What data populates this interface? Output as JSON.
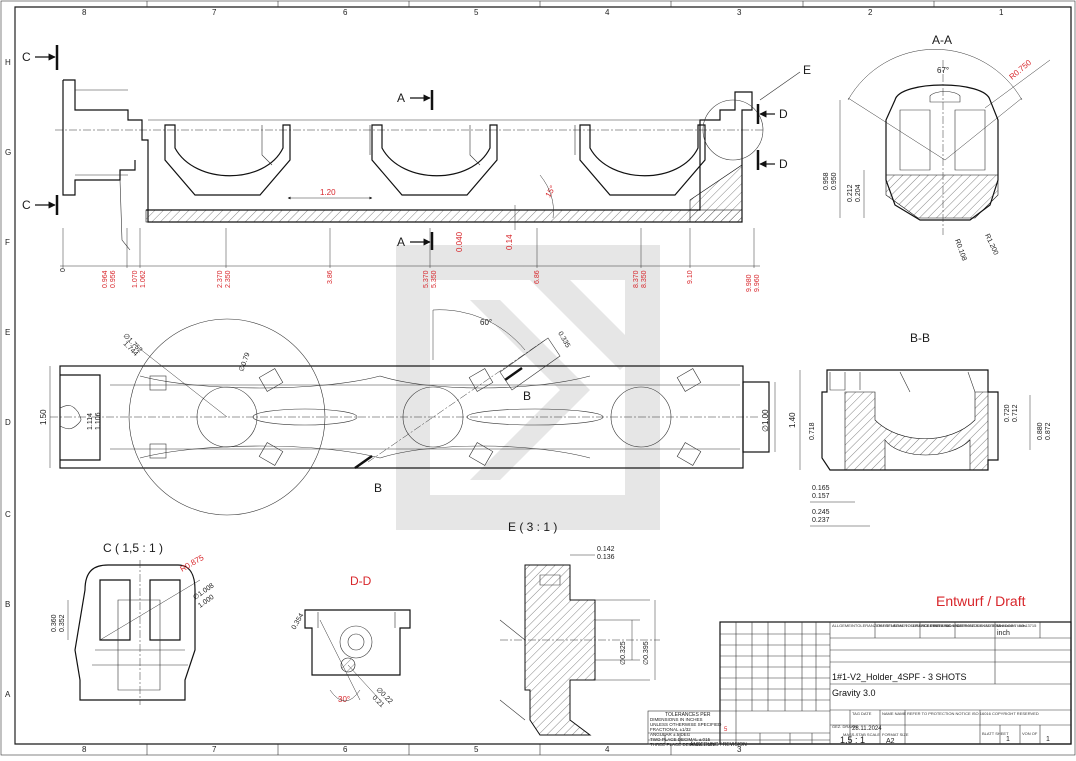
{
  "sheet": {
    "columns": [
      "8",
      "7",
      "6",
      "5",
      "4",
      "3",
      "2",
      "1"
    ],
    "rows": [
      "H",
      "G",
      "F",
      "E",
      "D",
      "C",
      "B",
      "A"
    ],
    "draft_stamp": "Entwurf / Draft"
  },
  "views": {
    "section_aa": "A-A",
    "section_bb": "B-B",
    "detail_c": "C ( 1,5 : 1 )",
    "detail_dd": "D-D",
    "detail_e": "E ( 3 : 1 )",
    "cut_c": "C",
    "cut_a": "A",
    "cut_d": "D",
    "cut_b": "B",
    "detail_e_label": "E"
  },
  "dims_front": {
    "len_120": "1.20",
    "angle_15": "15°",
    "d_0040": "0.040",
    "d_014": "0.14",
    "bottom": [
      "0",
      "0.964",
      "0.956",
      "1.070",
      "1.062",
      "2.370",
      "2.350",
      "3.86",
      "5.370",
      "5.350",
      "6.86",
      "8.370",
      "8.350",
      "9.10",
      "9.980",
      "9.960"
    ]
  },
  "dims_aa": {
    "angle": "67°",
    "r0750": "R0.750",
    "h0958": "0.958",
    "h0950": "0.950",
    "h0212": "0.212",
    "h0204": "0.204",
    "r0108": "R0.108",
    "r1200": "R1.200"
  },
  "dims_top": {
    "d1752": "∅1.752",
    "d1744": "1.744",
    "d079": "∅0.79",
    "angle60": "60°",
    "d0335": "0.335",
    "h150": "1.50",
    "h1114": "1.114",
    "h1106": "1.106",
    "d100": "∅1.00"
  },
  "dims_bb": {
    "h140": "1.40",
    "h0718": "0.718",
    "h0720": "0.720",
    "h0712": "0.712",
    "h0880": "0.880",
    "h0872": "0.872",
    "w0165": "0.165",
    "w0157": "0.157",
    "w0245": "0.245",
    "w0237": "0.237"
  },
  "dims_c": {
    "r0875": "R0.875",
    "d1008": "∅1.008",
    "d1000": "1.000",
    "h0360": "0.360",
    "h0352": "0.352"
  },
  "dims_dd": {
    "d0354": "0.354",
    "d022": "∅0.22",
    "d021": "0.21",
    "angle30": "30°"
  },
  "dims_e": {
    "w0142": "0.142",
    "w0136": "0.136",
    "d0325": "∅0.325",
    "d0395": "∅0.395"
  },
  "title_block": {
    "tolerances": [
      "TOLERANCES PER",
      "DIMENSIONS IN INCHES",
      "UNLESS OTHERWISE SPECIFIED",
      "FRACTIONAL ±1/32",
      "ANGULAR ±.5 DEG",
      "TWO PLACE DECIMAL ±.015",
      "THREE PLACE DECIMAL ±.005"
    ],
    "unit": "inch",
    "title": "1#1-V2_Holder_4SPF - 3 SHOTS",
    "material": "Gravity 3.0",
    "date": "28.11.2024",
    "scale": "1,5 : 1",
    "format": "A2",
    "sheet_no": "1",
    "sheet_of": "1",
    "revision": "ÄNDERUNG / REVISION",
    "rev_5": "5",
    "lbl_tag": "TAG\nDATE",
    "lbl_name": "NAME\nNAME",
    "lbl_gez": "GEZ.\nDRAWN",
    "lbl_scale": "MASS-STAB\nSCALE",
    "lbl_format": "FORMAT\nSIZE",
    "lbl_blatt": "BLATT\nSHEET",
    "lbl_von": "VON\nOF",
    "hdr1": "ALLGEMEINTOLERANZEN / GENERAL TOLERANCES ISO 2768-mH",
    "hdr2": "OBERFLÄCHEN / SURFACE FINISH ISO 1302",
    "hdr3": "TOLERIERUNG / TOLERANCING ISO 8015",
    "hdr4": "WERKSTÜCKKANTEN / EDGES ISO 13715",
    "hdr5": "Massstab / units",
    "copyright": "REFER TO PROTECTION NOTICE ISO 16016 COPYRIGHT RESERVED"
  }
}
